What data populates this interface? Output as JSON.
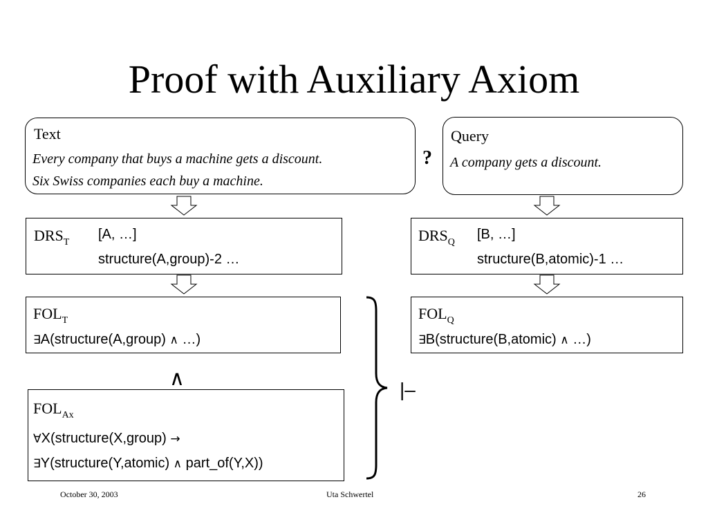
{
  "slide": {
    "title": "Proof with Auxiliary Axiom",
    "footer": {
      "date": "October 30, 2003",
      "author": "Uta Schwertel",
      "page": "26"
    }
  },
  "text_box": {
    "heading": "Text",
    "line1": "Every company that buys a machine gets a discount.",
    "line2": "Six Swiss companies each buy a machine."
  },
  "question_mark": "?",
  "query_box": {
    "heading": "Query",
    "line1": "A company gets a discount."
  },
  "drs_t": {
    "label": "DRS",
    "sub": "T",
    "line1": "[A, …]",
    "line2": "structure(A,group)-2 …"
  },
  "drs_q": {
    "label": "DRS",
    "sub": "Q",
    "line1": "[B, …]",
    "line2": "structure(B,atomic)-1 …"
  },
  "fol_t": {
    "label": "FOL",
    "sub": "T",
    "quant": "∃",
    "body": "A(structure(A,group) ",
    "and": "∧",
    "tail": " …)"
  },
  "fol_q": {
    "label": "FOL",
    "sub": "Q",
    "quant": "∃",
    "body": "B(structure(B,atomic) ",
    "and": "∧",
    "tail": " …)"
  },
  "conjunction": "∧",
  "fol_ax": {
    "label": "FOL",
    "sub": "Ax",
    "l1_quant": "∀",
    "l1_body": "X(structure(X,group) ",
    "l1_arrow": "→",
    "l2_quant": "∃",
    "l2_body": "Y(structure(Y,atomic) ",
    "l2_and": "∧",
    "l2_tail": " part_of(Y,X))"
  },
  "turnstile": "|–"
}
